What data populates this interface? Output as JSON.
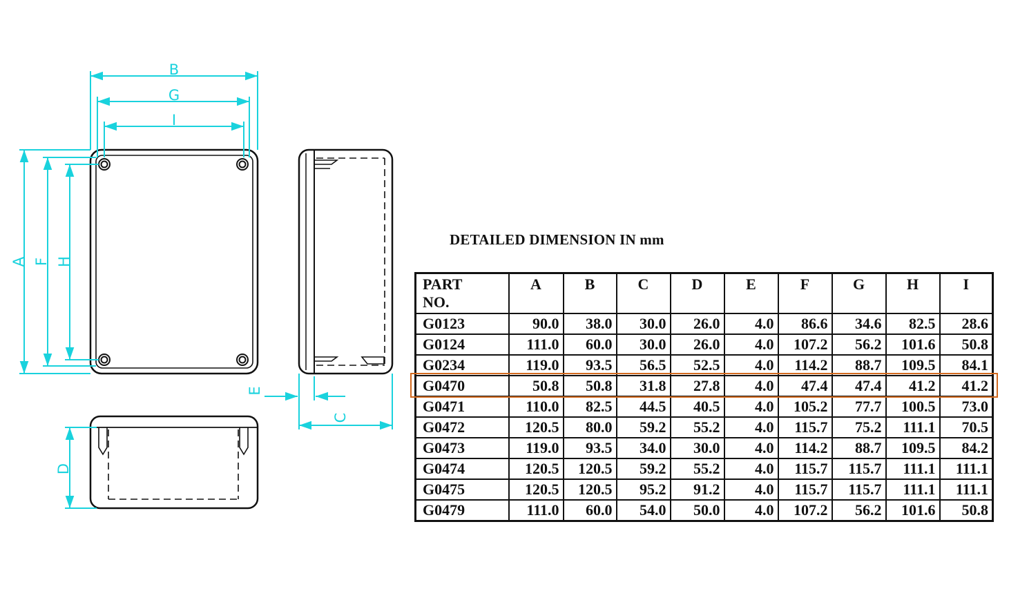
{
  "dimension_labels": {
    "A": "A",
    "B": "B",
    "C": "C",
    "D": "D",
    "E": "E",
    "F": "F",
    "G": "G",
    "H": "H",
    "I": "I"
  },
  "colors": {
    "dimension": "#19d2dd",
    "outline": "#111111",
    "highlight": "#d2691e"
  },
  "table": {
    "title": "DETAILED DIMENSION IN mm",
    "header": {
      "part_line1": "PART",
      "part_line2": "NO.",
      "cols": [
        "A",
        "B",
        "C",
        "D",
        "E",
        "F",
        "G",
        "H",
        "I"
      ]
    },
    "rows": [
      {
        "part": "G0123",
        "values": [
          "90.0",
          "38.0",
          "30.0",
          "26.0",
          "4.0",
          "86.6",
          "34.6",
          "82.5",
          "28.6"
        ]
      },
      {
        "part": "G0124",
        "values": [
          "111.0",
          "60.0",
          "30.0",
          "26.0",
          "4.0",
          "107.2",
          "56.2",
          "101.6",
          "50.8"
        ]
      },
      {
        "part": "G0234",
        "values": [
          "119.0",
          "93.5",
          "56.5",
          "52.5",
          "4.0",
          "114.2",
          "88.7",
          "109.5",
          "84.1"
        ]
      },
      {
        "part": "G0470",
        "values": [
          "50.8",
          "50.8",
          "31.8",
          "27.8",
          "4.0",
          "47.4",
          "47.4",
          "41.2",
          "41.2"
        ],
        "highlighted": true
      },
      {
        "part": "G0471",
        "values": [
          "110.0",
          "82.5",
          "44.5",
          "40.5",
          "4.0",
          "105.2",
          "77.7",
          "100.5",
          "73.0"
        ]
      },
      {
        "part": "G0472",
        "values": [
          "120.5",
          "80.0",
          "59.2",
          "55.2",
          "4.0",
          "115.7",
          "75.2",
          "111.1",
          "70.5"
        ]
      },
      {
        "part": "G0473",
        "values": [
          "119.0",
          "93.5",
          "34.0",
          "30.0",
          "4.0",
          "114.2",
          "88.7",
          "109.5",
          "84.2"
        ]
      },
      {
        "part": "G0474",
        "values": [
          "120.5",
          "120.5",
          "59.2",
          "55.2",
          "4.0",
          "115.7",
          "115.7",
          "111.1",
          "111.1"
        ]
      },
      {
        "part": "G0475",
        "values": [
          "120.5",
          "120.5",
          "95.2",
          "91.2",
          "4.0",
          "115.7",
          "115.7",
          "111.1",
          "111.1"
        ]
      },
      {
        "part": "G0479",
        "values": [
          "111.0",
          "60.0",
          "54.0",
          "50.0",
          "4.0",
          "107.2",
          "56.2",
          "101.6",
          "50.8"
        ]
      }
    ]
  }
}
